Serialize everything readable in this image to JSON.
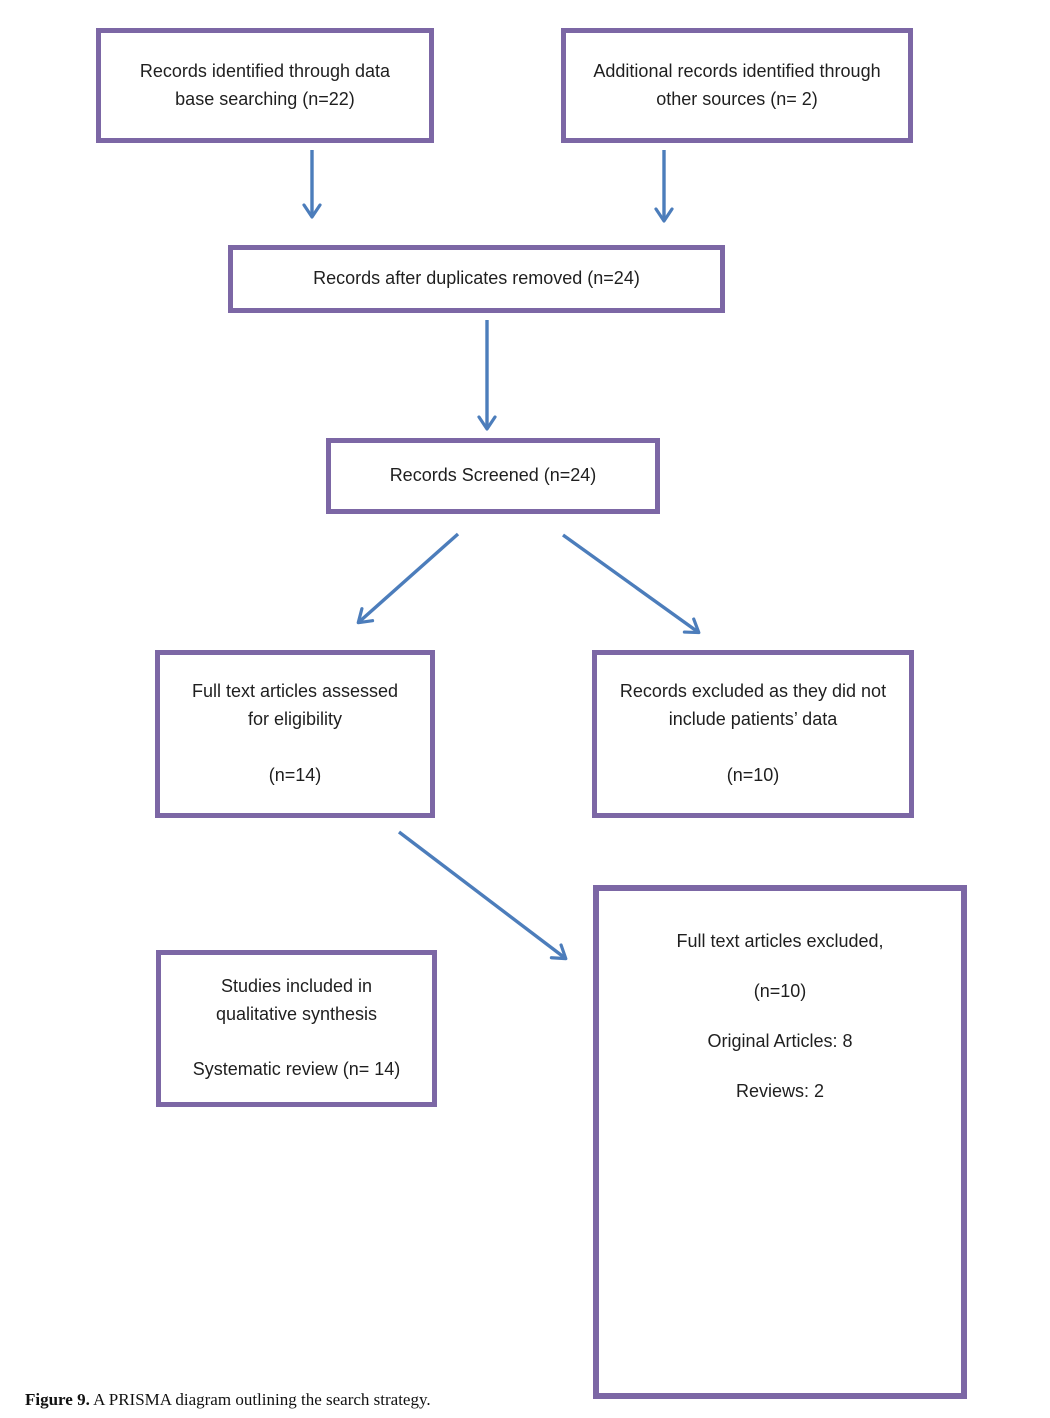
{
  "figure": {
    "boxes": {
      "identified": {
        "text": "Records identified through data\nbase searching (n=22)"
      },
      "additional": {
        "text": "Additional records identified through\nother sources (n= 2)"
      },
      "duplicates": {
        "text": "Records after duplicates removed (n=24)"
      },
      "screened": {
        "text": "Records Screened (n=24)"
      },
      "fulltext_assessed": {
        "text": "Full text articles assessed\nfor eligibility\n\n(n=14)"
      },
      "records_excluded": {
        "text": "Records excluded as they did not\ninclude patients’ data\n\n(n=10)"
      },
      "studies_included": {
        "text": "Studies included in\nqualitative synthesis\n\nSystematic review (n= 14)"
      },
      "fulltext_excluded": {
        "text": "Full text articles excluded,\n\n(n=10)\n\nOriginal Articles: 8\n\nReviews: 2"
      }
    },
    "caption": {
      "label": "Figure 9.",
      "text": " A PRISMA diagram outlining the search strategy."
    },
    "colors": {
      "box_border": "#7C67A5",
      "arrow": "#4C7DBB",
      "text": "#1f1f1f"
    }
  }
}
